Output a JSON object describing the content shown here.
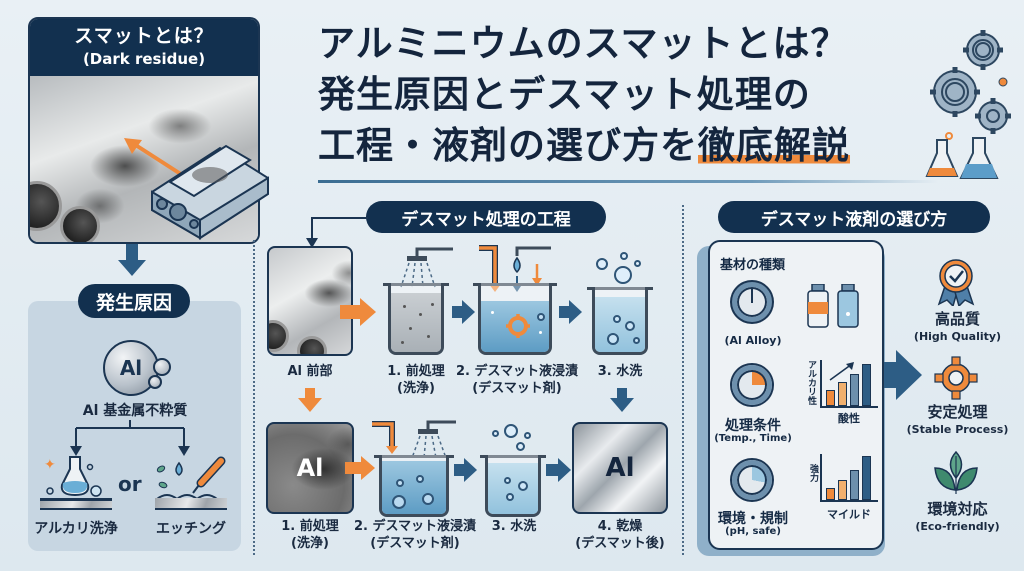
{
  "title": {
    "line1": "アルミニウムのスマットとは？",
    "line2": "発生原因とデスマット処理の",
    "line3_a": "工程・液剤の選び方を",
    "line3_b": "徹底解説"
  },
  "smut_card": {
    "heading": "スマットとは？",
    "subheading": "(Dark residue)"
  },
  "causes": {
    "pill": "発生原因",
    "element_symbol": "Al",
    "impurity_label": "Al 基金属不粋質",
    "connector": "or",
    "options": [
      {
        "label": "アルカリ洗浄",
        "icon": "flask-icon"
      },
      {
        "label": "エッチング",
        "icon": "pipette-etching-icon"
      }
    ]
  },
  "process": {
    "pill": "デスマット処理の工程",
    "row1": [
      {
        "label": "Al 前部",
        "sub": ""
      },
      {
        "label": "1. 前処理",
        "sub": "(洗浄)"
      },
      {
        "label": "2. デスマット液浸漬",
        "sub": "(デスマット剤)"
      },
      {
        "label": "3. 水洗",
        "sub": ""
      }
    ],
    "row2": [
      {
        "label": "1. 前処理",
        "sub": "(洗浄)",
        "box_text": "Al"
      },
      {
        "label": "2. デスマット液浸漬",
        "sub": "(デスマット剤)"
      },
      {
        "label": "3. 水洗",
        "sub": ""
      },
      {
        "label": "4. 乾燥",
        "sub": "(デスマット後)",
        "box_text": "Al"
      }
    ]
  },
  "chemicals": {
    "pill": "デスマット液剤の選び方",
    "card": {
      "heading": "基材の種類",
      "factors": [
        {
          "label": "",
          "sub": "(Al Alloy)"
        },
        {
          "label": "処理条件",
          "sub": "(Temp., Time)",
          "chart_y": "アルカリ性",
          "chart_x": "酸性"
        },
        {
          "label": "環境・規制",
          "sub": "(pH, safe)",
          "chart_y": "強力",
          "chart_x": "マイルド"
        }
      ]
    },
    "benefits": [
      {
        "jp": "高品質",
        "en": "(High Quality)",
        "icon": "award-ribbon-icon"
      },
      {
        "jp": "安定処理",
        "en": "(Stable Process)",
        "icon": "gear-icon"
      },
      {
        "jp": "環境対応",
        "en": "(Eco-friendly)",
        "icon": "leaf-icon"
      }
    ]
  },
  "colors": {
    "navy": "#12304f",
    "orange": "#ef8a3c",
    "steel_blue": "#2d5d85",
    "background": "#e4edf3"
  }
}
